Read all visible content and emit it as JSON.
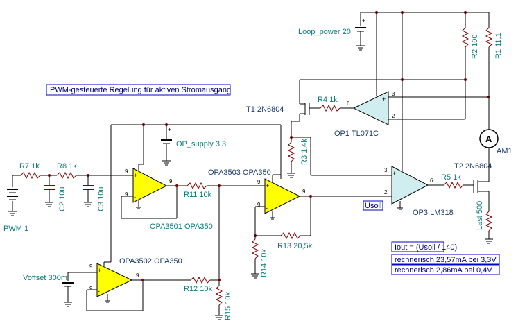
{
  "title": "PWM-gesteuerte Regelung für aktiven Stromausgang",
  "colors": {
    "wire": "#000000",
    "component": "#800000",
    "label": "#0a7a7a",
    "opamp_fill": "#ffff00",
    "box_border": "#0000cc",
    "box_text": "#000080"
  },
  "sources": {
    "pwm": "PWM 1",
    "voffset": "Voffset 300m",
    "op_supply": "OP_supply 3,3",
    "loop_power": "Loop_power 20"
  },
  "resistors": {
    "r7": "R7 1k",
    "r8": "R8 1k",
    "r11": "R11 10k",
    "r12": "R12 10k",
    "r13": "R13 20,5k",
    "r14": "R14 10k",
    "r15": "R15 10k",
    "r3": "R3 1,4k",
    "r4": "R4 1k",
    "r5": "R5 1k",
    "r2": "R2 100",
    "r1": "R1 11,1",
    "last": "Last 500"
  },
  "capacitors": {
    "c2": "C2 10u",
    "c3": "C3 10u"
  },
  "opamps": {
    "opa3501": "OPA3501 OPA350",
    "opa3502": "OPA3502 OPA350",
    "opa3503": "OPA3503 OPA350",
    "op1": "OP1 TL071C",
    "op3": "OP3 LM318"
  },
  "transistors": {
    "t1": "T1 2N6804",
    "t2": "T2 2N6804"
  },
  "meter": {
    "symbol": "A",
    "label": "AM1"
  },
  "node_label": "Usoll",
  "pins": {
    "p9": "9",
    "p6": "6",
    "p3": "3",
    "p2": "2",
    "plus": "+",
    "minus": "-"
  },
  "info_box": {
    "formula": "Iout = (Usoll / 140)",
    "line1": "rechnerisch 23,57mA bei 3,3V",
    "line2": "rechnerisch 2,86mA bei 0,4V"
  }
}
